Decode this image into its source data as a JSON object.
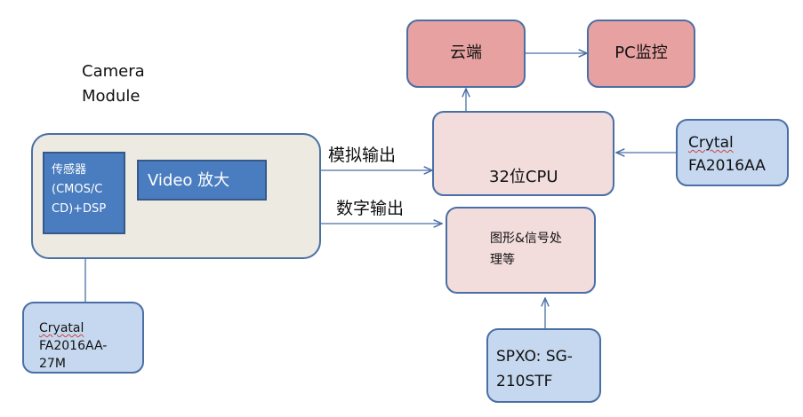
{
  "module_title": [
    "Camera",
    "Module"
  ],
  "sensor": [
    "传感器",
    "(CMOS/C",
    "CD)+DSP"
  ],
  "video": "Video 放大",
  "cloud": "云端",
  "pc": "PC监控",
  "cpu": "32位CPU",
  "gfx": [
    "图形&信号处",
    "理等"
  ],
  "analog_out": "模拟输出",
  "digital_out": "数字输出",
  "crystal_left": [
    "Cryatal",
    "FA2016AA-",
    "27M"
  ],
  "crystal_right": [
    "Crytal",
    "FA2016AA"
  ],
  "spxo": [
    "SPXO: SG-",
    "210STF"
  ],
  "colors": {
    "box_border": "#4a6fa5",
    "cloud_fill": "#e8a1a1",
    "cpu_fill": "#f2dcdc",
    "crystal_fill": "#c5d8ef",
    "module_fill": "#edeae1",
    "inner_fill": "#4a7dbf"
  }
}
